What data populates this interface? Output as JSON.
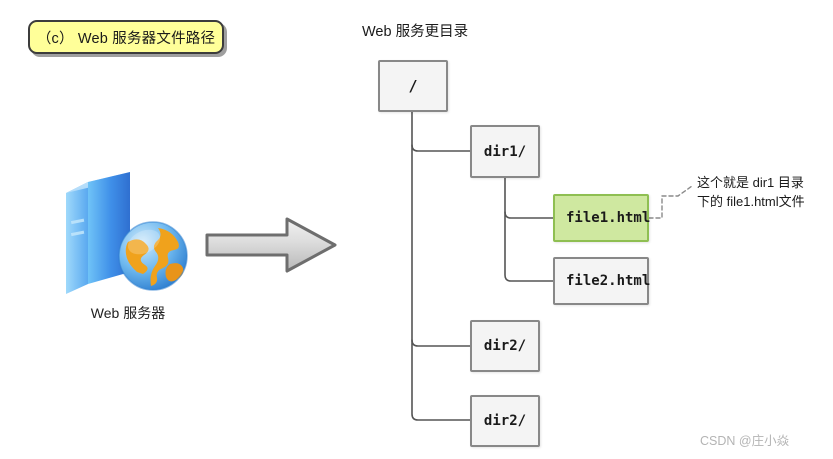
{
  "caption": {
    "text": "（c） Web 服务器文件路径"
  },
  "server": {
    "icon_name": "web-server-globe-icon",
    "label": "Web 服务器"
  },
  "arrow": {
    "icon_name": "right-arrow-icon"
  },
  "tree": {
    "heading": "Web 服务更目录",
    "nodes": {
      "root": "/",
      "dir1": "dir1/",
      "file1": "file1.html",
      "file2": "file2.html",
      "dir2a": "dir2/",
      "dir2b": "dir2/"
    }
  },
  "annotation": {
    "line1": "这个就是 dir1 目录",
    "line2": "下的 file1.html文件"
  },
  "watermark": {
    "text": "CSDN @庄小焱"
  },
  "colors": {
    "badge_fill": "#ffff99",
    "badge_border": "#3c3c3c",
    "node_fill": "#f4f4f4",
    "node_border": "#888888",
    "highlight_fill": "#cfe8a0",
    "highlight_border": "#8fbf52",
    "connector": "#555555",
    "watermark": "#b4b4b4"
  }
}
